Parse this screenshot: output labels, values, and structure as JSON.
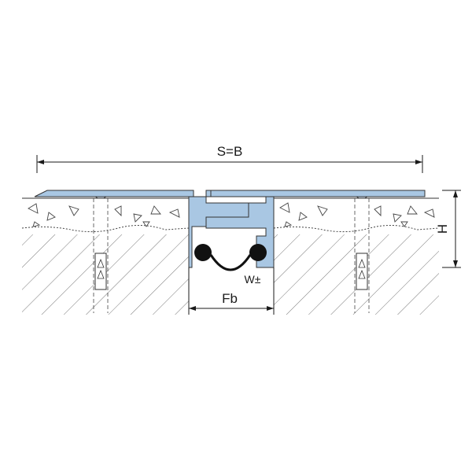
{
  "dimensions": {
    "overall_width_label": "S=B",
    "height_label": "H",
    "joint_width_label": "Fb",
    "movement_label": "W±"
  },
  "colors": {
    "profile_fill": "#a9c7e3",
    "profile_stroke": "#333333",
    "line": "#1a1a1a",
    "seal": "#111111",
    "background": "#ffffff"
  }
}
